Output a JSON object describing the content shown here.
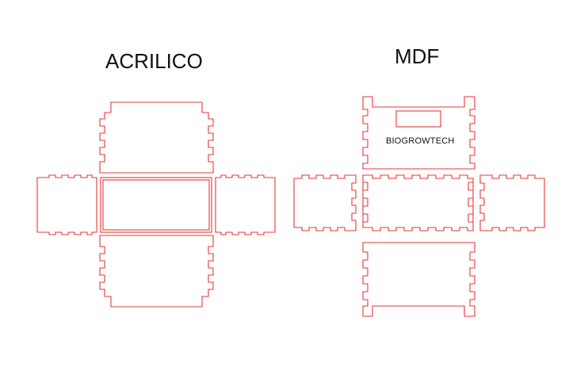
{
  "colors": {
    "cut_line": "#e8373a",
    "text": "#111111",
    "background": "#ffffff"
  },
  "acrylic": {
    "title": "ACRILICO"
  },
  "mdf": {
    "title": "MDF",
    "engraving": "BIOGROWTECH"
  }
}
